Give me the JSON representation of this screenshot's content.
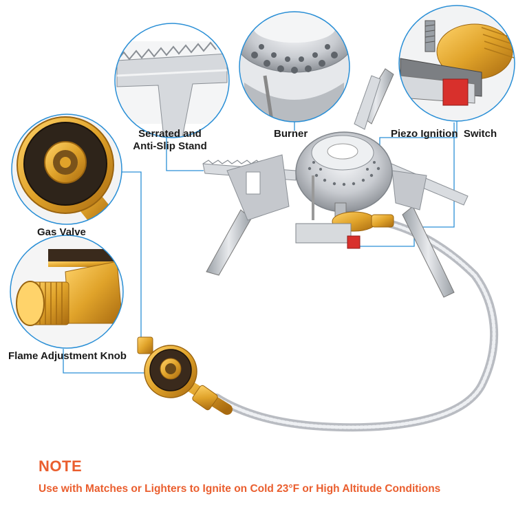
{
  "labels": {
    "stand": "Serrated and\nAnti-Slip Stand",
    "burner": "Burner",
    "piezo": "Piezo Ignition  Switch",
    "gas_valve": "Gas Valve",
    "flame_knob": "Flame Adjustment Knob"
  },
  "note": {
    "title": "NOTE",
    "text": "Use with Matches or Lighters to Ignite on Cold 23°F or High Altitude Conditions"
  },
  "colors": {
    "callout_border": "#2a8fd6",
    "note": "#ea5e2e",
    "brass": "#e0a32a",
    "steel": "#c9ccd1"
  }
}
